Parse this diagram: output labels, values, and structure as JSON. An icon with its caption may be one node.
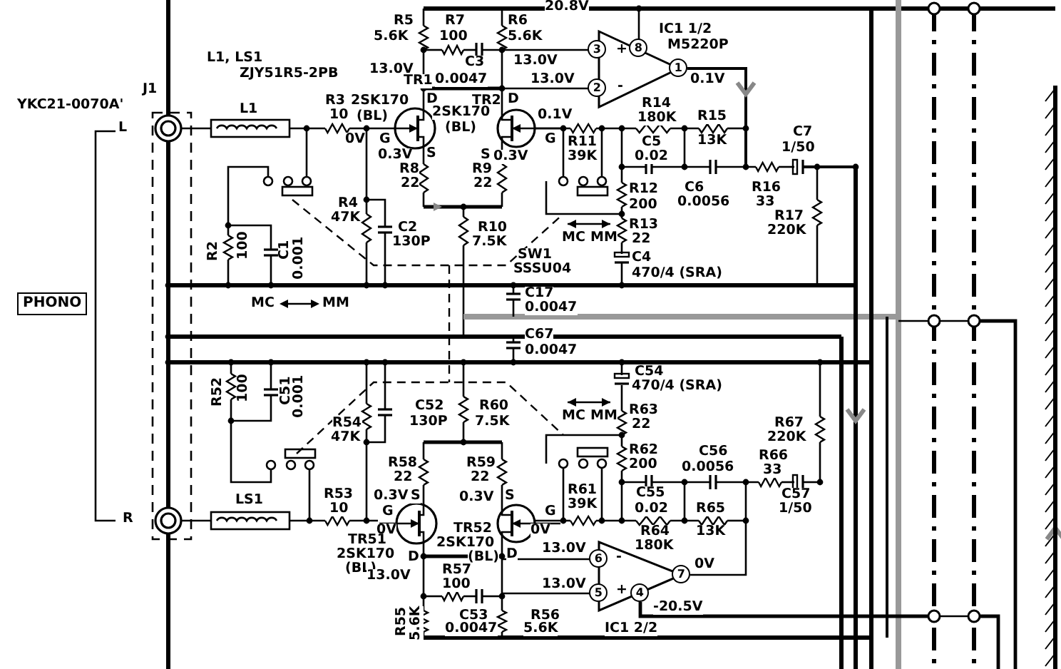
{
  "diagram": {
    "nodes": [
      {
        "text": [
          "PHONO"
        ]
      }
    ],
    "labels": [
      "20.8V",
      "R5",
      "5.6K",
      "R7",
      "100",
      "R6",
      "5.6K",
      "IC1 1/2",
      "M5220P",
      "L1, LS1",
      "ZJY51R5-2PB",
      "13.0V",
      "C3",
      "0.0047",
      "13.0V",
      "13.0V",
      "0.1V",
      "J1",
      "YKC21-0070A'",
      "TR1",
      "2SK170",
      "(BL)",
      "D",
      "TR2",
      "D",
      "2SK170",
      "(BL)",
      "L1",
      "R3",
      "10",
      "L",
      "0V",
      "G",
      "0.1V",
      "G",
      "R14",
      "180K",
      "R15",
      "13K",
      "C7",
      "1/50",
      "0.3V",
      "S",
      "S",
      "0.3V",
      "R11",
      "39K",
      "C5",
      "0.02",
      "R8",
      "22",
      "R9",
      "22",
      "R4",
      "47K",
      "R12",
      "200",
      "C6",
      "0.0056",
      "R16",
      "33",
      "C2",
      "130P",
      "R10",
      "7.5K",
      "R17",
      "220K",
      "MC",
      "MM",
      "R13",
      "22",
      "R2",
      "100",
      "C1",
      "0.001",
      "SW1",
      "SSSU04",
      "C4",
      "470/4 (SRA)",
      "MC",
      "MM",
      "C17",
      "0.0047",
      "C67",
      "0.0047",
      "C54",
      "470/4 (SRA)",
      "R52",
      "100",
      "C51",
      "0.001",
      "C52",
      "130P",
      "R60",
      "7.5K",
      "MC",
      "MM",
      "R63",
      "22",
      "R67",
      "220K",
      "R54",
      "47K",
      "R62",
      "200",
      "C56",
      "0.0056",
      "R66",
      "33",
      "R58",
      "22",
      "R59",
      "22",
      "R53",
      "10",
      "0.3V",
      "S",
      "0.3V",
      "S",
      "R61",
      "39K",
      "C55",
      "0.02",
      "C57",
      "1/50",
      "LS1",
      "R",
      "G",
      "0V",
      "G",
      "0V",
      "R64",
      "180K",
      "R65",
      "13K",
      "TR51",
      "2SK170",
      "(BL)",
      "TR52",
      "2SK170",
      "D",
      "(BL)",
      "D",
      "13.0V",
      "13.0V",
      "0V",
      "R57",
      "100",
      "13.0V",
      "-20.5V",
      "C53",
      "0.0047",
      "R56",
      "5.6K",
      "R55",
      "5.6K",
      "IC1 2/2",
      "+",
      "-",
      "-",
      "+",
      "3",
      "8",
      "1",
      "2",
      "6",
      "7",
      "5",
      "4"
    ]
  }
}
